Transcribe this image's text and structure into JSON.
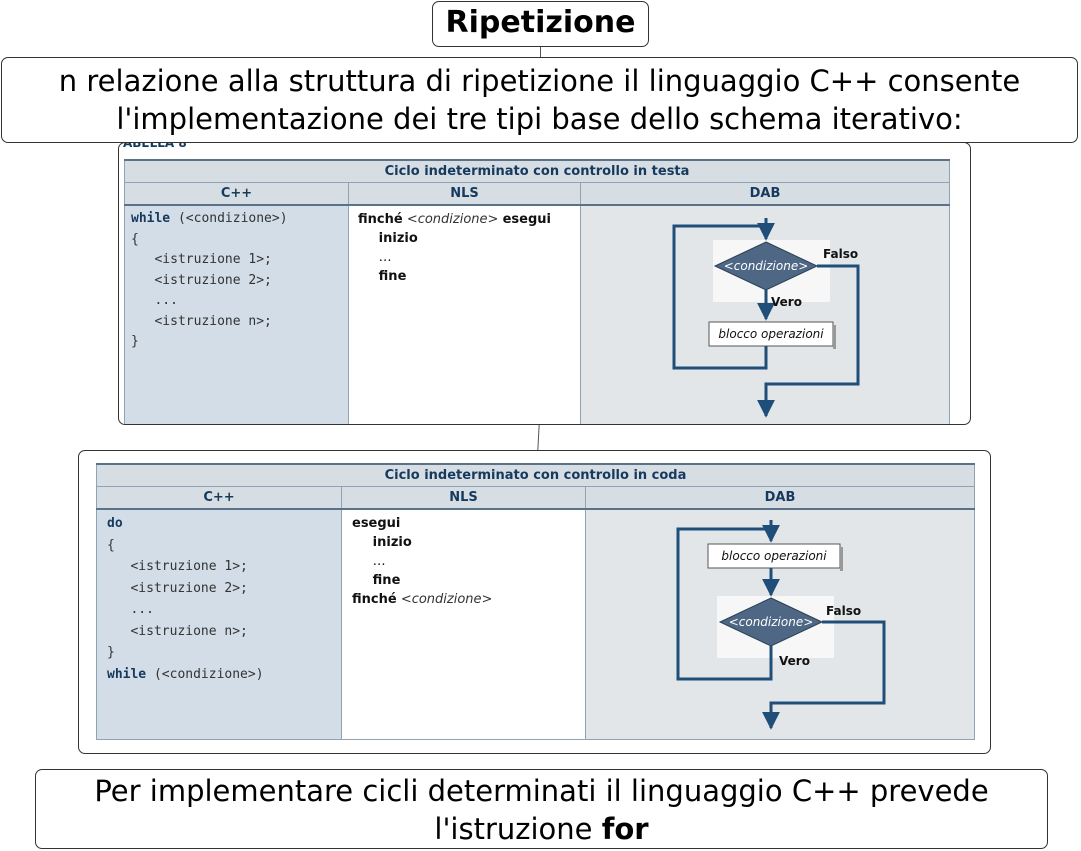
{
  "title": "Ripetizione",
  "intro": {
    "line1": "n relazione alla struttura di ripetizione il linguaggio C++ consente",
    "line2": "l'implementazione dei tre tipi base dello schema iterativo:"
  },
  "table1": {
    "corner_label": "ABELLA 8",
    "caption": "Ciclo indeterminato con controllo in testa",
    "headers": [
      "C++",
      "NLS",
      "DAB"
    ],
    "code": {
      "keyword": "while",
      "lines": [
        " (<condizione>)",
        "{",
        "   <istruzione 1>;",
        "   <istruzione 2>;",
        "   ...",
        "   <istruzione n>;",
        "}"
      ]
    },
    "nls": {
      "finche": "finché",
      "condizione": "<condizione>",
      "esegui": "esegui",
      "inizio": "inizio",
      "dots": "…",
      "fine": "fine"
    },
    "dab": {
      "condition": "<condizione>",
      "false_label": "Falso",
      "true_label": "Vero",
      "block": "blocco operazioni"
    }
  },
  "table2": {
    "caption": "Ciclo indeterminato con controllo in coda",
    "headers": [
      "C++",
      "NLS",
      "DAB"
    ],
    "code": {
      "keyword_do": "do",
      "lines": [
        "{",
        "   <istruzione 1>;",
        "   <istruzione 2>;",
        "   ...",
        "   <istruzione n>;",
        "}"
      ],
      "keyword_while": "while",
      "while_rest": " (<condizione>)"
    },
    "nls": {
      "esegui": "esegui",
      "inizio": "inizio",
      "dots": "…",
      "fine": "fine",
      "finche": "finché",
      "condizione": "<condizione>"
    },
    "dab": {
      "condition": "<condizione>",
      "false_label": "Falso",
      "true_label": "Vero",
      "block": "blocco operazioni"
    }
  },
  "footer": {
    "line1": "Per implementare cicli determinati il linguaggio C++ prevede",
    "line2_prefix": "l'istruzione ",
    "line2_bold": "for"
  },
  "colors": {
    "table_header": "#d6dde3",
    "header_text": "#163a5e",
    "diamond": "#4d6784",
    "arrow": "#1f4e79"
  }
}
